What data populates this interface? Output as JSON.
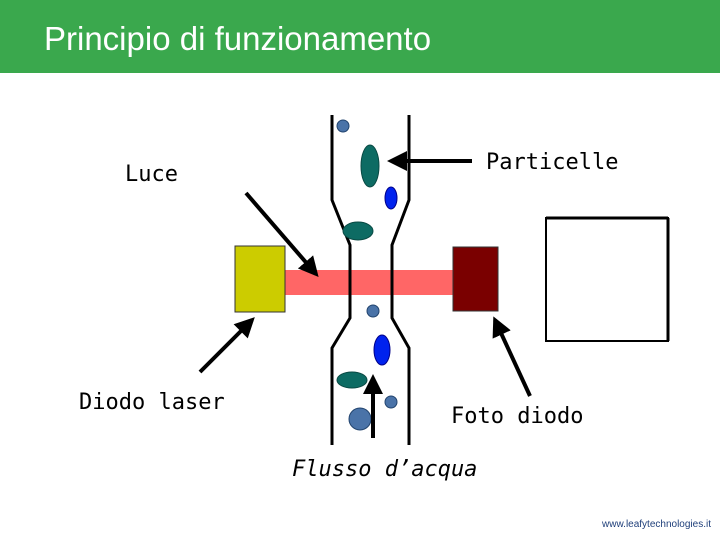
{
  "title": "Principio di funzionamento",
  "labels": {
    "luce": "Luce",
    "diodo_laser": "Diodo laser",
    "particelle": "Particelle",
    "foto_diodo": "Foto diodo",
    "flusso": "Flusso d’acqua"
  },
  "footer": {
    "website": "www.leafytechnologies.it"
  },
  "colors": {
    "title_bar": "#3aa84d",
    "laser_diode": "#cccc00",
    "laser_beam": "#ff6666",
    "photodiode": "#7a0000",
    "particle_teal": "#0d6b63",
    "particle_blue": "#0022ee",
    "particle_steel": "#4a73a8"
  }
}
